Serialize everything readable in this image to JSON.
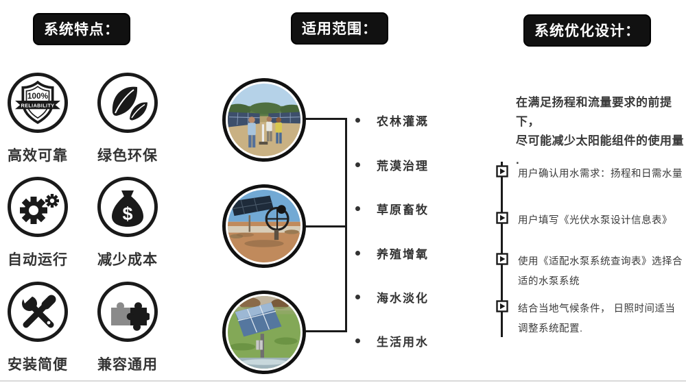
{
  "features": {
    "header": "系统特点：",
    "items": [
      {
        "label": "高效可靠",
        "icon": "reliability-shield-icon",
        "shield_percent": "100%",
        "shield_word": "RELIABILITY"
      },
      {
        "label": "绿色环保",
        "icon": "leaves-icon"
      },
      {
        "label": "自动运行",
        "icon": "gears-icon"
      },
      {
        "label": "减少成本",
        "icon": "money-bag-icon",
        "currency": "$"
      },
      {
        "label": "安装简便",
        "icon": "tools-icon"
      },
      {
        "label": "兼容通用",
        "icon": "puzzle-icon"
      }
    ]
  },
  "applications": {
    "header": "适用范围：",
    "photos": [
      {
        "alt": "人员在光伏电站农田中安装水泵"
      },
      {
        "alt": "荒漠中的光伏水泵设备"
      },
      {
        "alt": "草场上的太阳能板与水源"
      }
    ],
    "items": [
      "农林灌溉",
      "荒漠治理",
      "草原畜牧",
      "养殖增氧",
      "海水淡化",
      "生活用水"
    ]
  },
  "optimization": {
    "header": "系统优化设计：",
    "intro_line1": "在满足扬程和流量要求的前提下，",
    "intro_line2": "尽可能减少太阳能组件的使用量 .",
    "steps": [
      "用户确认用水需求：扬程和日需水量",
      "用户填写《光伏水泵设计信息表》",
      "使用《适配水泵系统查询表》选择合适的水泵系统",
      "结合当地气候条件， 日照时间适当调整系统配置."
    ]
  },
  "colors": {
    "header_bg": "#111111",
    "text_dark": "#333333",
    "line_black": "#1a1a1a",
    "puzzle_gray": "#8a8a8a"
  }
}
